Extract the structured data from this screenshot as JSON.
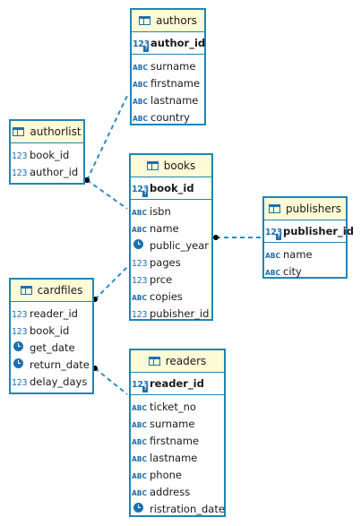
{
  "tables": {
    "authors": {
      "title": "authors",
      "pk": {
        "name": "author_id",
        "icon": "number-key-icon"
      },
      "columns": [
        {
          "name": "surname",
          "icon": "text-icon"
        },
        {
          "name": "firstname",
          "icon": "text-icon"
        },
        {
          "name": "lastname",
          "icon": "text-icon"
        },
        {
          "name": "country",
          "icon": "text-icon"
        }
      ]
    },
    "authorlist": {
      "title": "authorlist",
      "columns": [
        {
          "name": "book_id",
          "icon": "number-icon"
        },
        {
          "name": "author_id",
          "icon": "number-icon"
        }
      ]
    },
    "books": {
      "title": "books",
      "pk": {
        "name": "book_id",
        "icon": "number-key-icon"
      },
      "columns": [
        {
          "name": "isbn",
          "icon": "text-icon"
        },
        {
          "name": "name",
          "icon": "text-icon"
        },
        {
          "name": "public_year",
          "icon": "date-icon"
        },
        {
          "name": "pages",
          "icon": "number-icon"
        },
        {
          "name": "prce",
          "icon": "number-icon"
        },
        {
          "name": "copies",
          "icon": "text-icon"
        },
        {
          "name": "pubisher_id",
          "icon": "number-icon"
        }
      ]
    },
    "publishers": {
      "title": "publishers",
      "pk": {
        "name": "publisher_id",
        "icon": "number-key-icon"
      },
      "columns": [
        {
          "name": "name",
          "icon": "text-icon"
        },
        {
          "name": "city",
          "icon": "text-icon"
        }
      ]
    },
    "cardfiles": {
      "title": "cardfiles",
      "columns": [
        {
          "name": "reader_id",
          "icon": "number-icon"
        },
        {
          "name": "book_id",
          "icon": "number-icon"
        },
        {
          "name": "get_date",
          "icon": "date-icon"
        },
        {
          "name": "return_date",
          "icon": "date-icon"
        },
        {
          "name": "delay_days",
          "icon": "number-icon"
        }
      ]
    },
    "readers": {
      "title": "readers",
      "pk": {
        "name": "reader_id",
        "icon": "number-key-icon"
      },
      "columns": [
        {
          "name": "ticket_no",
          "icon": "text-icon"
        },
        {
          "name": "surname",
          "icon": "text-icon"
        },
        {
          "name": "firstname",
          "icon": "text-icon"
        },
        {
          "name": "lastname",
          "icon": "text-icon"
        },
        {
          "name": "phone",
          "icon": "text-icon"
        },
        {
          "name": "address",
          "icon": "text-icon"
        },
        {
          "name": "ristration_date",
          "icon": "date-icon"
        }
      ]
    }
  },
  "icon_text": {
    "number": "123",
    "text": "ABC",
    "key_badge": "?"
  },
  "colors": {
    "border": "#1e86b5",
    "header_bg": "#fdfbd6",
    "icon": "#1e6fb0",
    "link": "#2a8fc2",
    "dot": "#000000"
  }
}
